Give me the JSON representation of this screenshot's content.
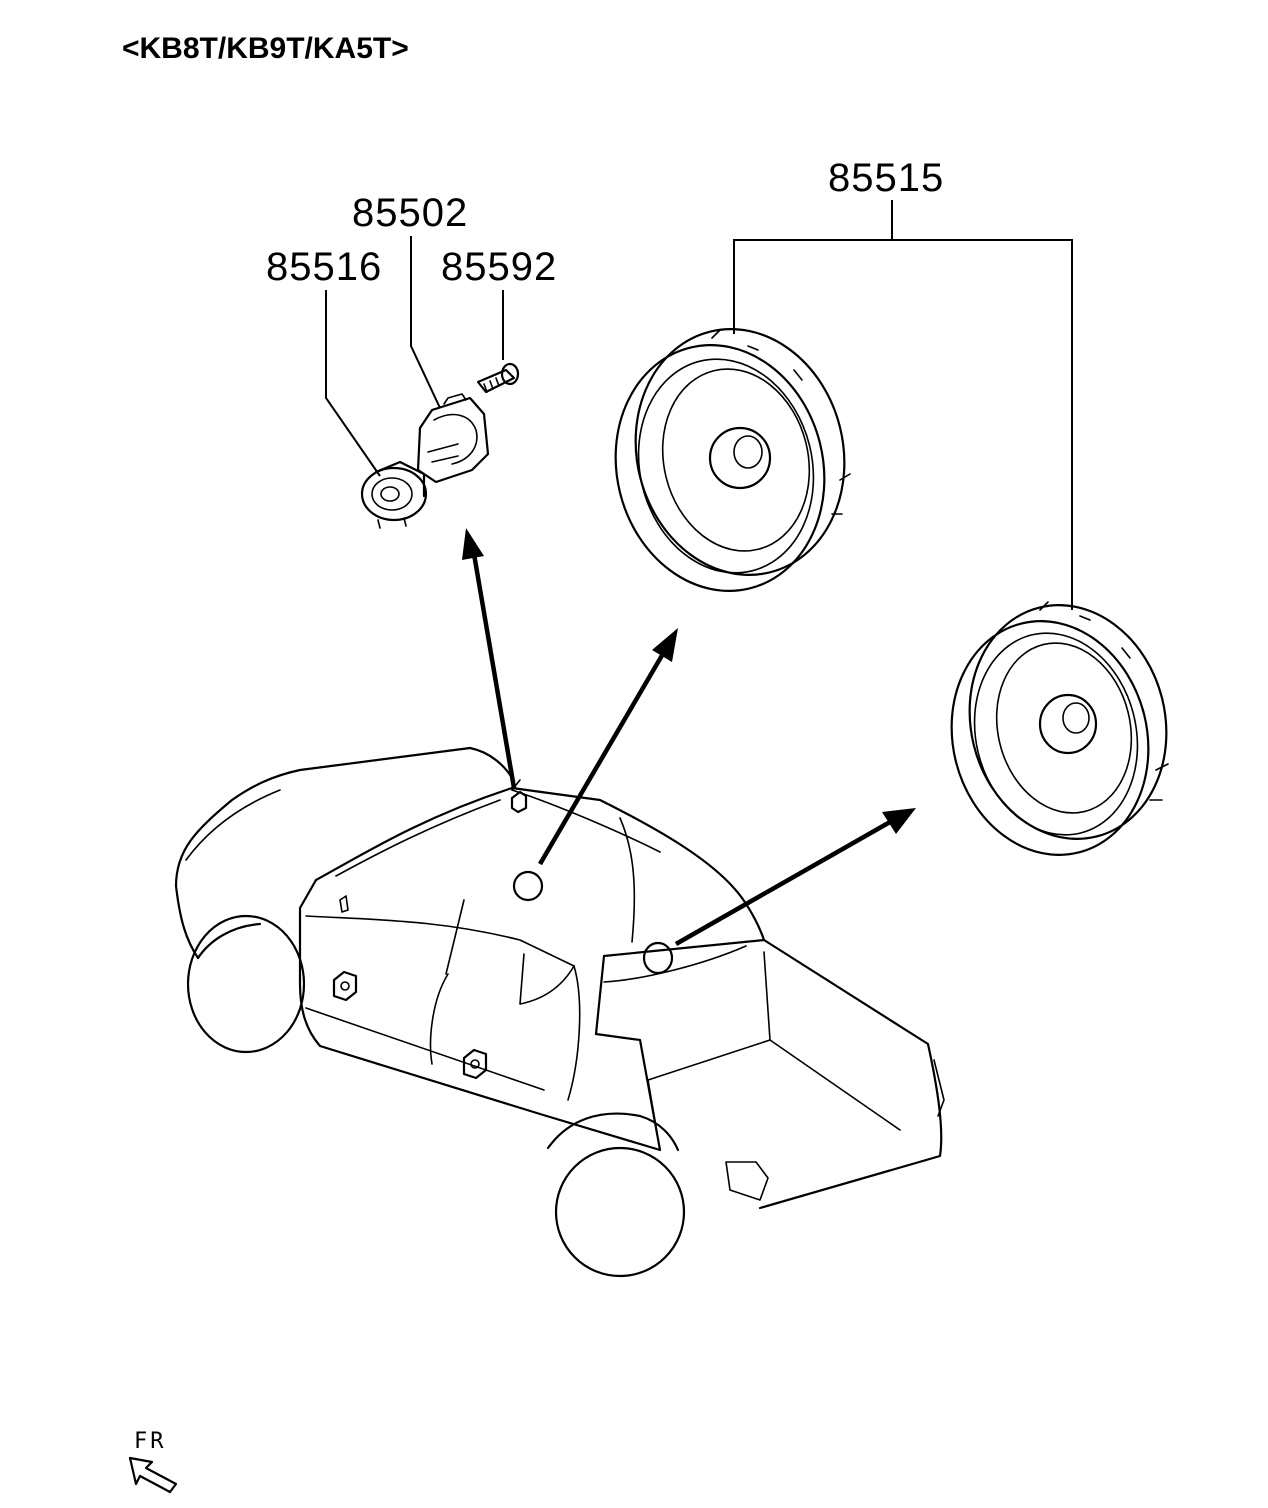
{
  "header": {
    "model_codes": "<KB8T/KB9T/KA5T>"
  },
  "parts": {
    "p85502": "85502",
    "p85516": "85516",
    "p85592": "85592",
    "p85515": "85515"
  },
  "orientation": {
    "label": "FR"
  },
  "colors": {
    "line": "#000000",
    "background": "#ffffff"
  }
}
